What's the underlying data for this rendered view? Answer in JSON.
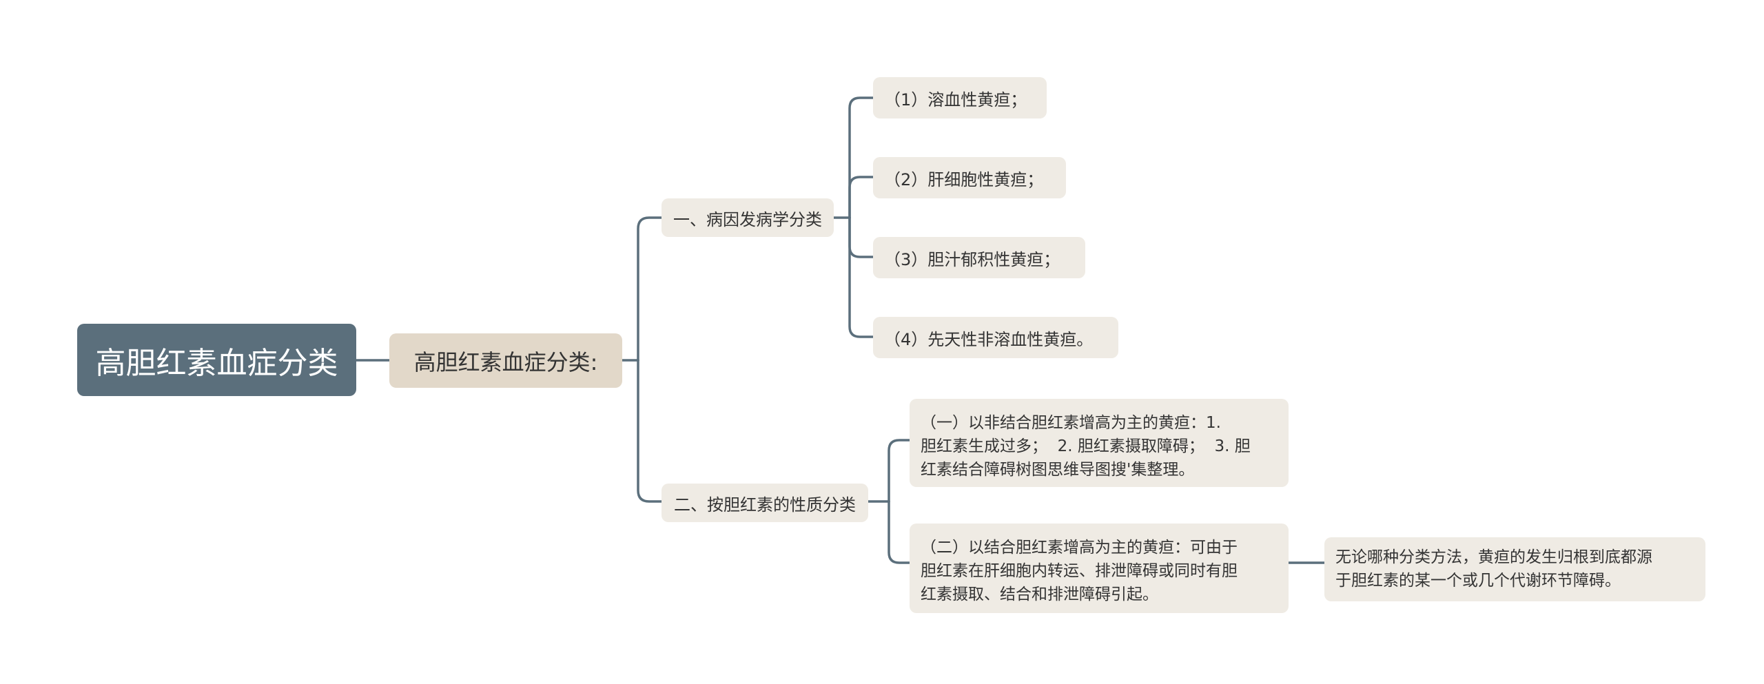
{
  "root": {
    "label": "高胆红素血症分类"
  },
  "level1": {
    "label": "高胆红素血症分类:"
  },
  "branch_pathogenesis": {
    "label": "一、病因发病学分类",
    "items": [
      "（1）溶血性黄疸；",
      "（2）肝细胞性黄疸；",
      "（3）胆汁郁积性黄疸；",
      "（4）先天性非溶血性黄疸。"
    ]
  },
  "branch_nature": {
    "label": "二、按胆红素的性质分类",
    "unconjugated": {
      "lines": [
        "（一）以非结合胆红素增高为主的黄疸：1.",
        "胆红素生成过多；  2. 胆红素摄取障碍；  3. 胆",
        "红素结合障碍树图思维导图搜'集整理。"
      ]
    },
    "conjugated": {
      "lines": [
        "（二）以结合胆红素增高为主的黄疸：可由于",
        "胆红素在肝细胞内转运、排泄障碍或同时有胆",
        "红素摄取、结合和排泄障碍引起。"
      ]
    },
    "note": {
      "lines": [
        "无论哪种分类方法，黄疸的发生归根到底都源",
        "于胆红素的某一个或几个代谢环节障碍。"
      ]
    }
  },
  "colors": {
    "root_bg": "#5b6f7c",
    "level1_bg": "#e2d8c9",
    "node_bg": "#efebe4",
    "connector": "#5b6f7c"
  }
}
